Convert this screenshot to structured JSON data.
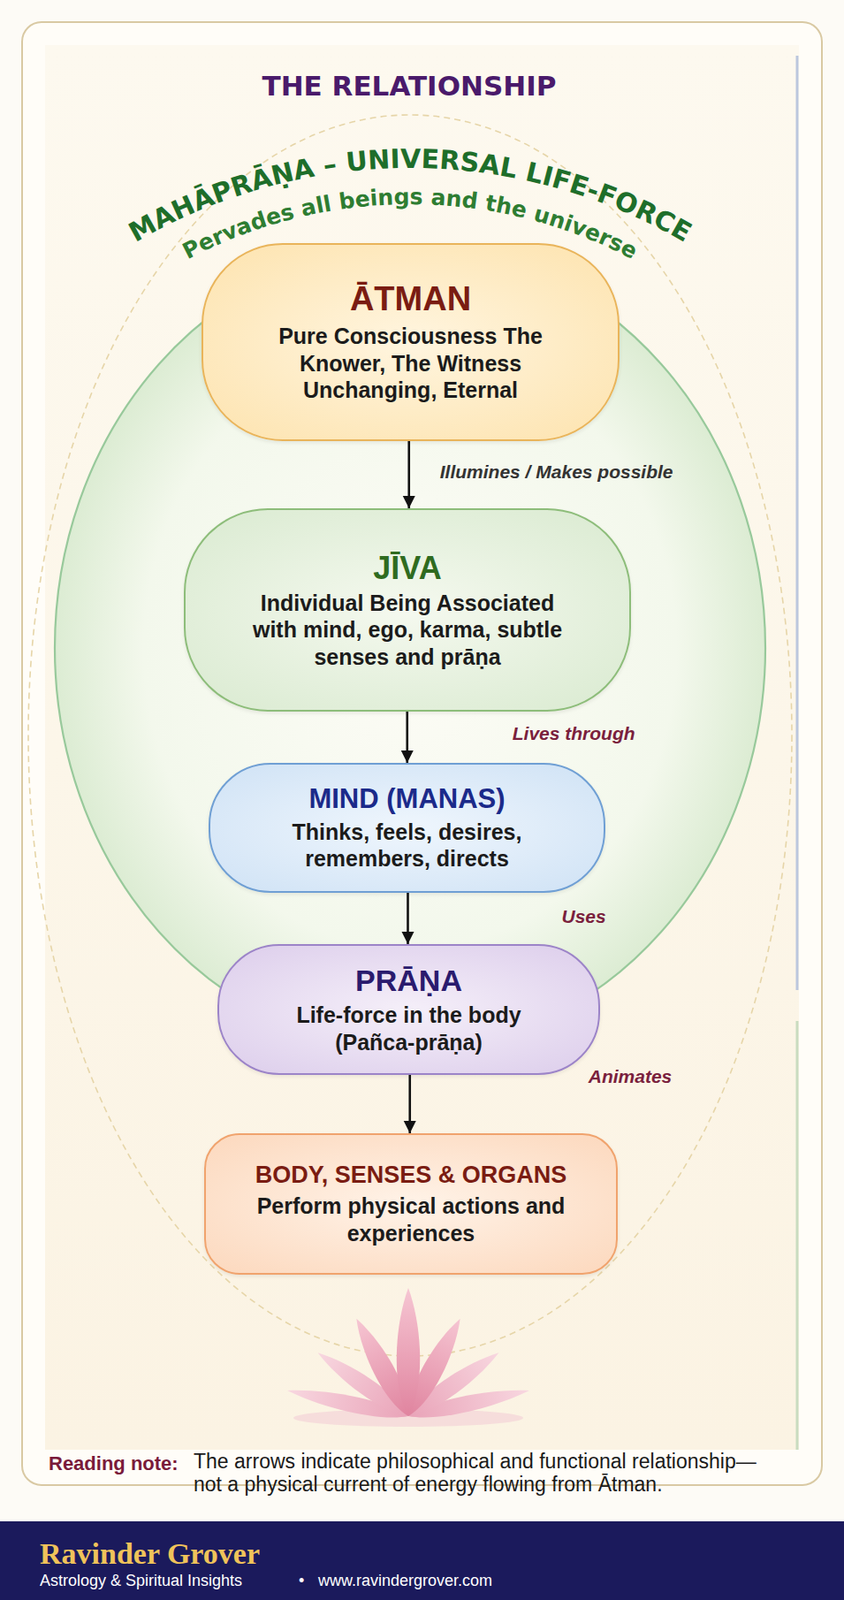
{
  "diagram": {
    "title": "THE RELATIONSHIP",
    "nodes": [
      {
        "text": [
          "MAHĀPRĀṆA – UNIVERSAL LIFE-FORCE",
          "Pervades all beings and the universe"
        ]
      },
      {
        "text": [
          "ĀTMAN",
          "Pure Consciousness The Knower, The Witness Unchanging, Eternal"
        ],
        "in": 0
      },
      {
        "text": [
          "JĪVA",
          "Individual Being Associated with mind, ego, karma, subtle senses and prāṇa"
        ],
        "in": 0
      },
      {
        "text": [
          "MIND (MANAS)",
          "Thinks, feels, desires, remembers, directs"
        ],
        "in": 0
      },
      {
        "text": [
          "PRĀṆA",
          "Life-force in the body (Pañca-prāṇa)"
        ],
        "in": 0
      },
      {
        "text": [
          "BODY, SENSES & ORGANS",
          "Perform physical actions and experiences"
        ]
      }
    ],
    "edges": [
      {
        "from": 1,
        "to": 2,
        "arrow": "to",
        "label": "Illumines / Makes possible"
      },
      {
        "from": 2,
        "to": 3,
        "arrow": "to",
        "label": "Lives through"
      },
      {
        "from": 3,
        "to": 4,
        "arrow": "to",
        "label": "Uses"
      },
      {
        "from": 4,
        "to": 5,
        "arrow": "to",
        "label": "Animates"
      }
    ],
    "labels": [
      "Reading note:",
      "The arrows indicate philosophical and functional relationship—not a physical current of energy flowing from Ātman.",
      "Ravinder Grover",
      "Astrology & Spiritual Insights",
      "•",
      "www.ravindergrover.com"
    ]
  }
}
